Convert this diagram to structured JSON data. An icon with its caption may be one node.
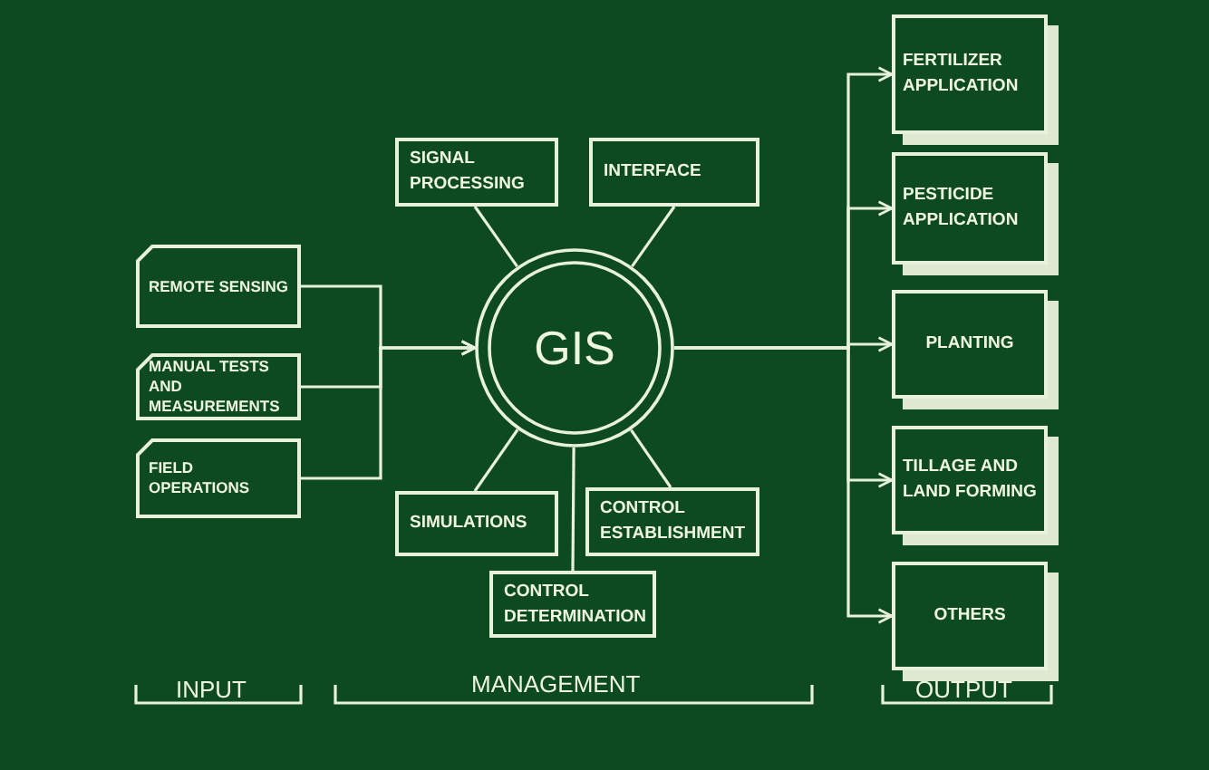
{
  "diagram": {
    "nodes": [
      {
        "text": [
          "REMOTE SENSING"
        ]
      },
      {
        "text": [
          "MANUAL TESTS AND MEASUREMENTS"
        ]
      },
      {
        "text": [
          "FIELD OPERATIONS"
        ]
      },
      {
        "text": [
          "GIS"
        ]
      },
      {
        "text": [
          "SIGNAL PROCESSING"
        ]
      },
      {
        "text": [
          "INTERFACE"
        ]
      },
      {
        "text": [
          "SIMULATIONS"
        ]
      },
      {
        "text": [
          "CONTROL ESTABLISHMENT"
        ]
      },
      {
        "text": [
          "CONTROL DETERMINATION"
        ]
      },
      {
        "text": [
          "FERTILIZER APPLICATION"
        ]
      },
      {
        "text": [
          "PESTICIDE APPLICATION"
        ]
      },
      {
        "text": [
          "PLANTING"
        ]
      },
      {
        "text": [
          "TILLAGE AND LAND FORMING"
        ]
      },
      {
        "text": [
          "OTHERS"
        ]
      }
    ],
    "edges": [
      {
        "from": 0,
        "to": 3,
        "arrow": "to"
      },
      {
        "from": 1,
        "to": 3,
        "arrow": "to"
      },
      {
        "from": 2,
        "to": 3,
        "arrow": "to"
      },
      {
        "from": 4,
        "to": 3,
        "arrow": "none"
      },
      {
        "from": 5,
        "to": 3,
        "arrow": "none"
      },
      {
        "from": 6,
        "to": 3,
        "arrow": "none"
      },
      {
        "from": 7,
        "to": 3,
        "arrow": "none"
      },
      {
        "from": 8,
        "to": 3,
        "arrow": "none"
      },
      {
        "from": 3,
        "to": 9,
        "arrow": "to"
      },
      {
        "from": 3,
        "to": 10,
        "arrow": "to"
      },
      {
        "from": 3,
        "to": 11,
        "arrow": "to"
      },
      {
        "from": 3,
        "to": 12,
        "arrow": "to"
      },
      {
        "from": 3,
        "to": 13,
        "arrow": "to"
      }
    ],
    "labels": [
      "INPUT",
      "MANAGEMENT",
      "OUTPUT"
    ]
  }
}
